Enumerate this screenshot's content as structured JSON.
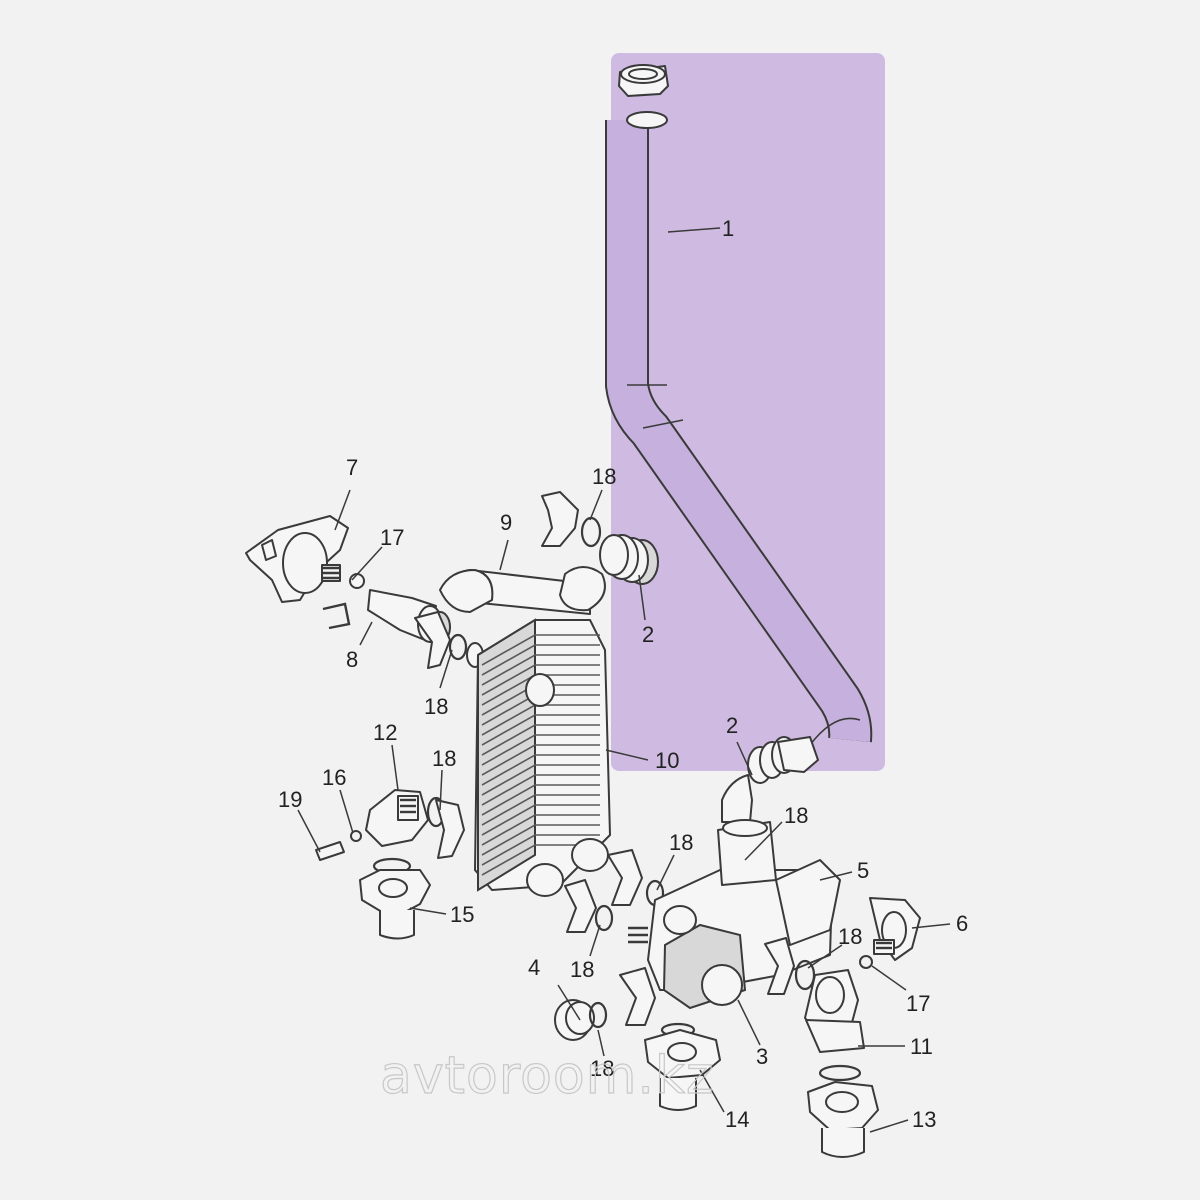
{
  "highlight": {
    "color": "#b99ad6",
    "opacity": 0.62
  },
  "callouts": {
    "c1": "1",
    "c2a": "2",
    "c2b": "2",
    "c3": "3",
    "c4": "4",
    "c5": "5",
    "c6": "6",
    "c7": "7",
    "c8": "8",
    "c9": "9",
    "c10": "10",
    "c11": "11",
    "c12": "12",
    "c13": "13",
    "c14": "14",
    "c15": "15",
    "c16": "16",
    "c17a": "17",
    "c17b": "17",
    "c18a": "18",
    "c18b": "18",
    "c18c": "18",
    "c18d": "18",
    "c18e": "18",
    "c18f": "18",
    "c18g": "18",
    "c19": "19"
  },
  "watermark": "avtoroom.kz"
}
